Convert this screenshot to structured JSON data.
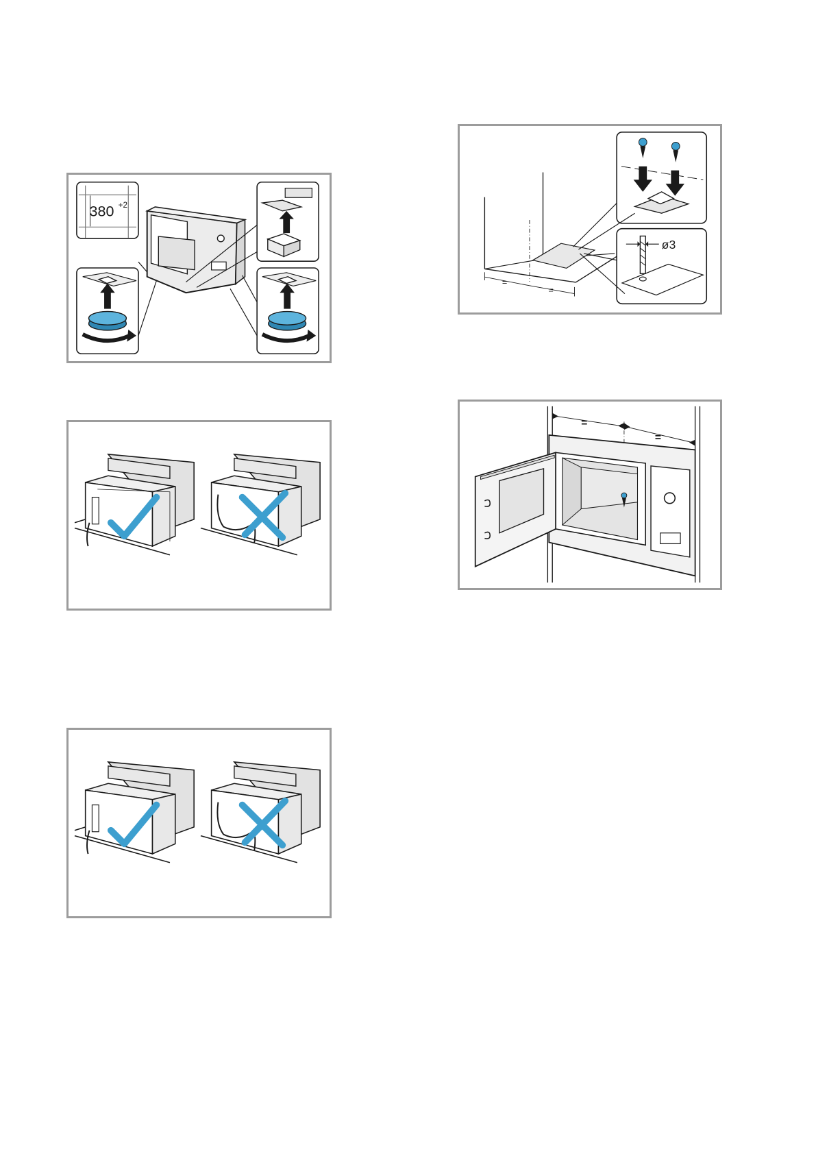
{
  "figure1": {
    "dimension_value": "380",
    "dimension_tolerance": "+2"
  },
  "figure4": {
    "equal_marks": [
      "=",
      "="
    ],
    "drill_diameter": "ø3"
  },
  "figure5": {
    "equal_marks": [
      "=",
      "="
    ]
  },
  "colors": {
    "accent_blue": "#3d9fcf",
    "frame_gray": "#9c9c9c",
    "line": "#1a1a1a",
    "panel_fill": "#e9e9e9"
  },
  "icons": {
    "correct": "check-mark-icon",
    "incorrect": "cross-mark-icon"
  }
}
